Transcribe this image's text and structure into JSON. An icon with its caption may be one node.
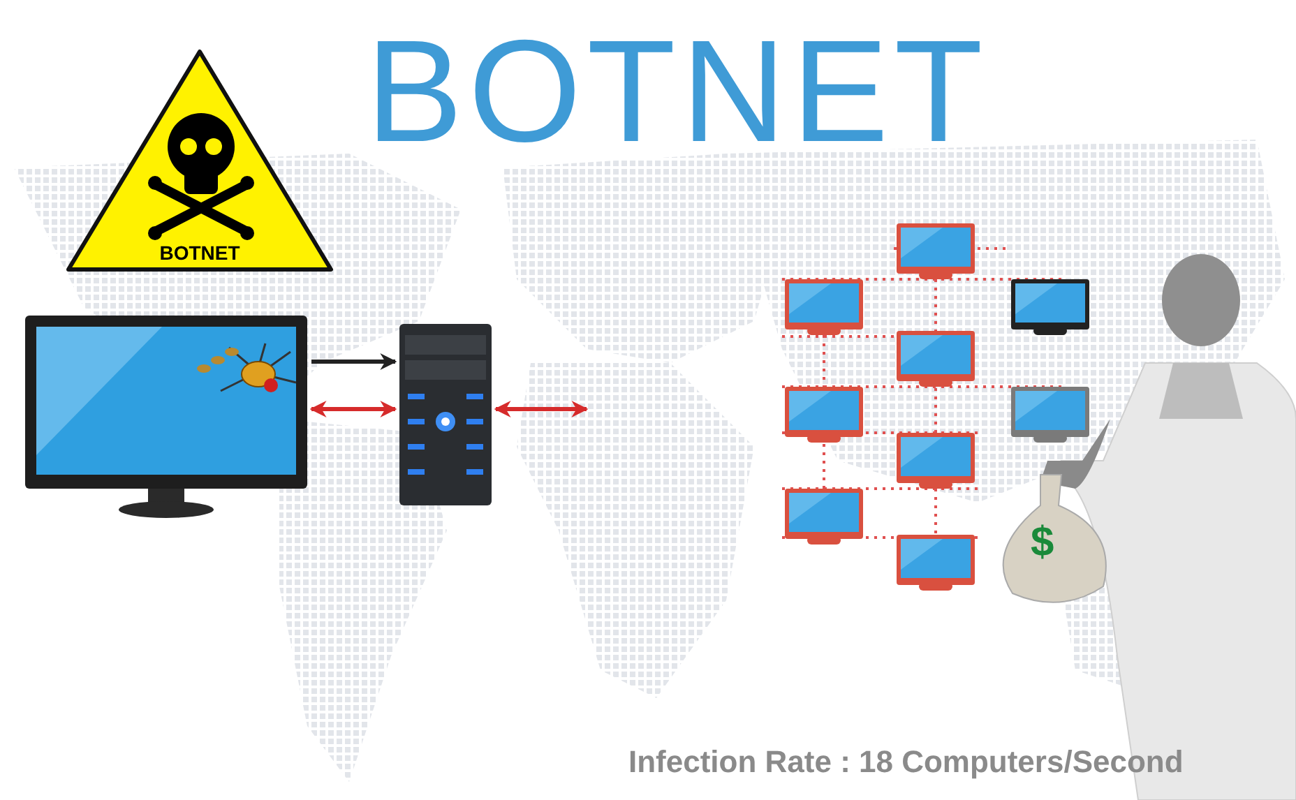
{
  "diagram": {
    "title": "BOTNET",
    "nodes": [
      {
        "text": [
          "BOTNET"
        ]
      },
      {
        "text": [],
        "shape": "picture"
      },
      {
        "text": [],
        "shape": "picture"
      }
    ],
    "edges": [
      {
        "from": 1,
        "to": 2,
        "arrow": "to",
        "color": "#222222"
      },
      {
        "from": 1,
        "to": 2,
        "arrow": "both"
      },
      {
        "from": 2,
        "to": null,
        "arrow": "both"
      }
    ],
    "labels": [
      "$",
      "Infection Rate : 18 Computers/Second"
    ]
  }
}
